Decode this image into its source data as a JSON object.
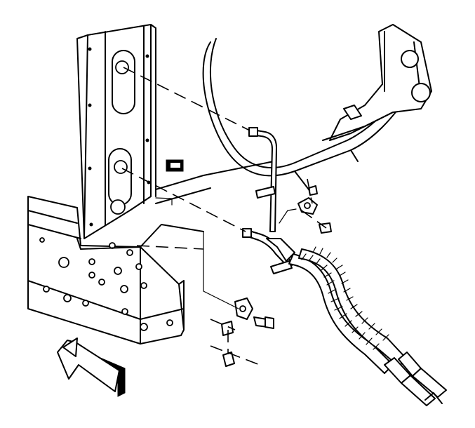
{
  "diagram": {
    "description_visible_text": []
  },
  "parts": {
    "frame_rail": "frame-rail",
    "radiator_support": "radiator-support-panel",
    "cooler_lines": "transmission-cooler-lines",
    "hoses": "corrugated-hose-bundle",
    "bracket": "line-retaining-bracket",
    "bolt": "bracket-bolt",
    "clip": "line-clip",
    "arrow": "front-direction-arrow"
  },
  "colors": {
    "ink": "#000000",
    "paper": "#ffffff"
  }
}
